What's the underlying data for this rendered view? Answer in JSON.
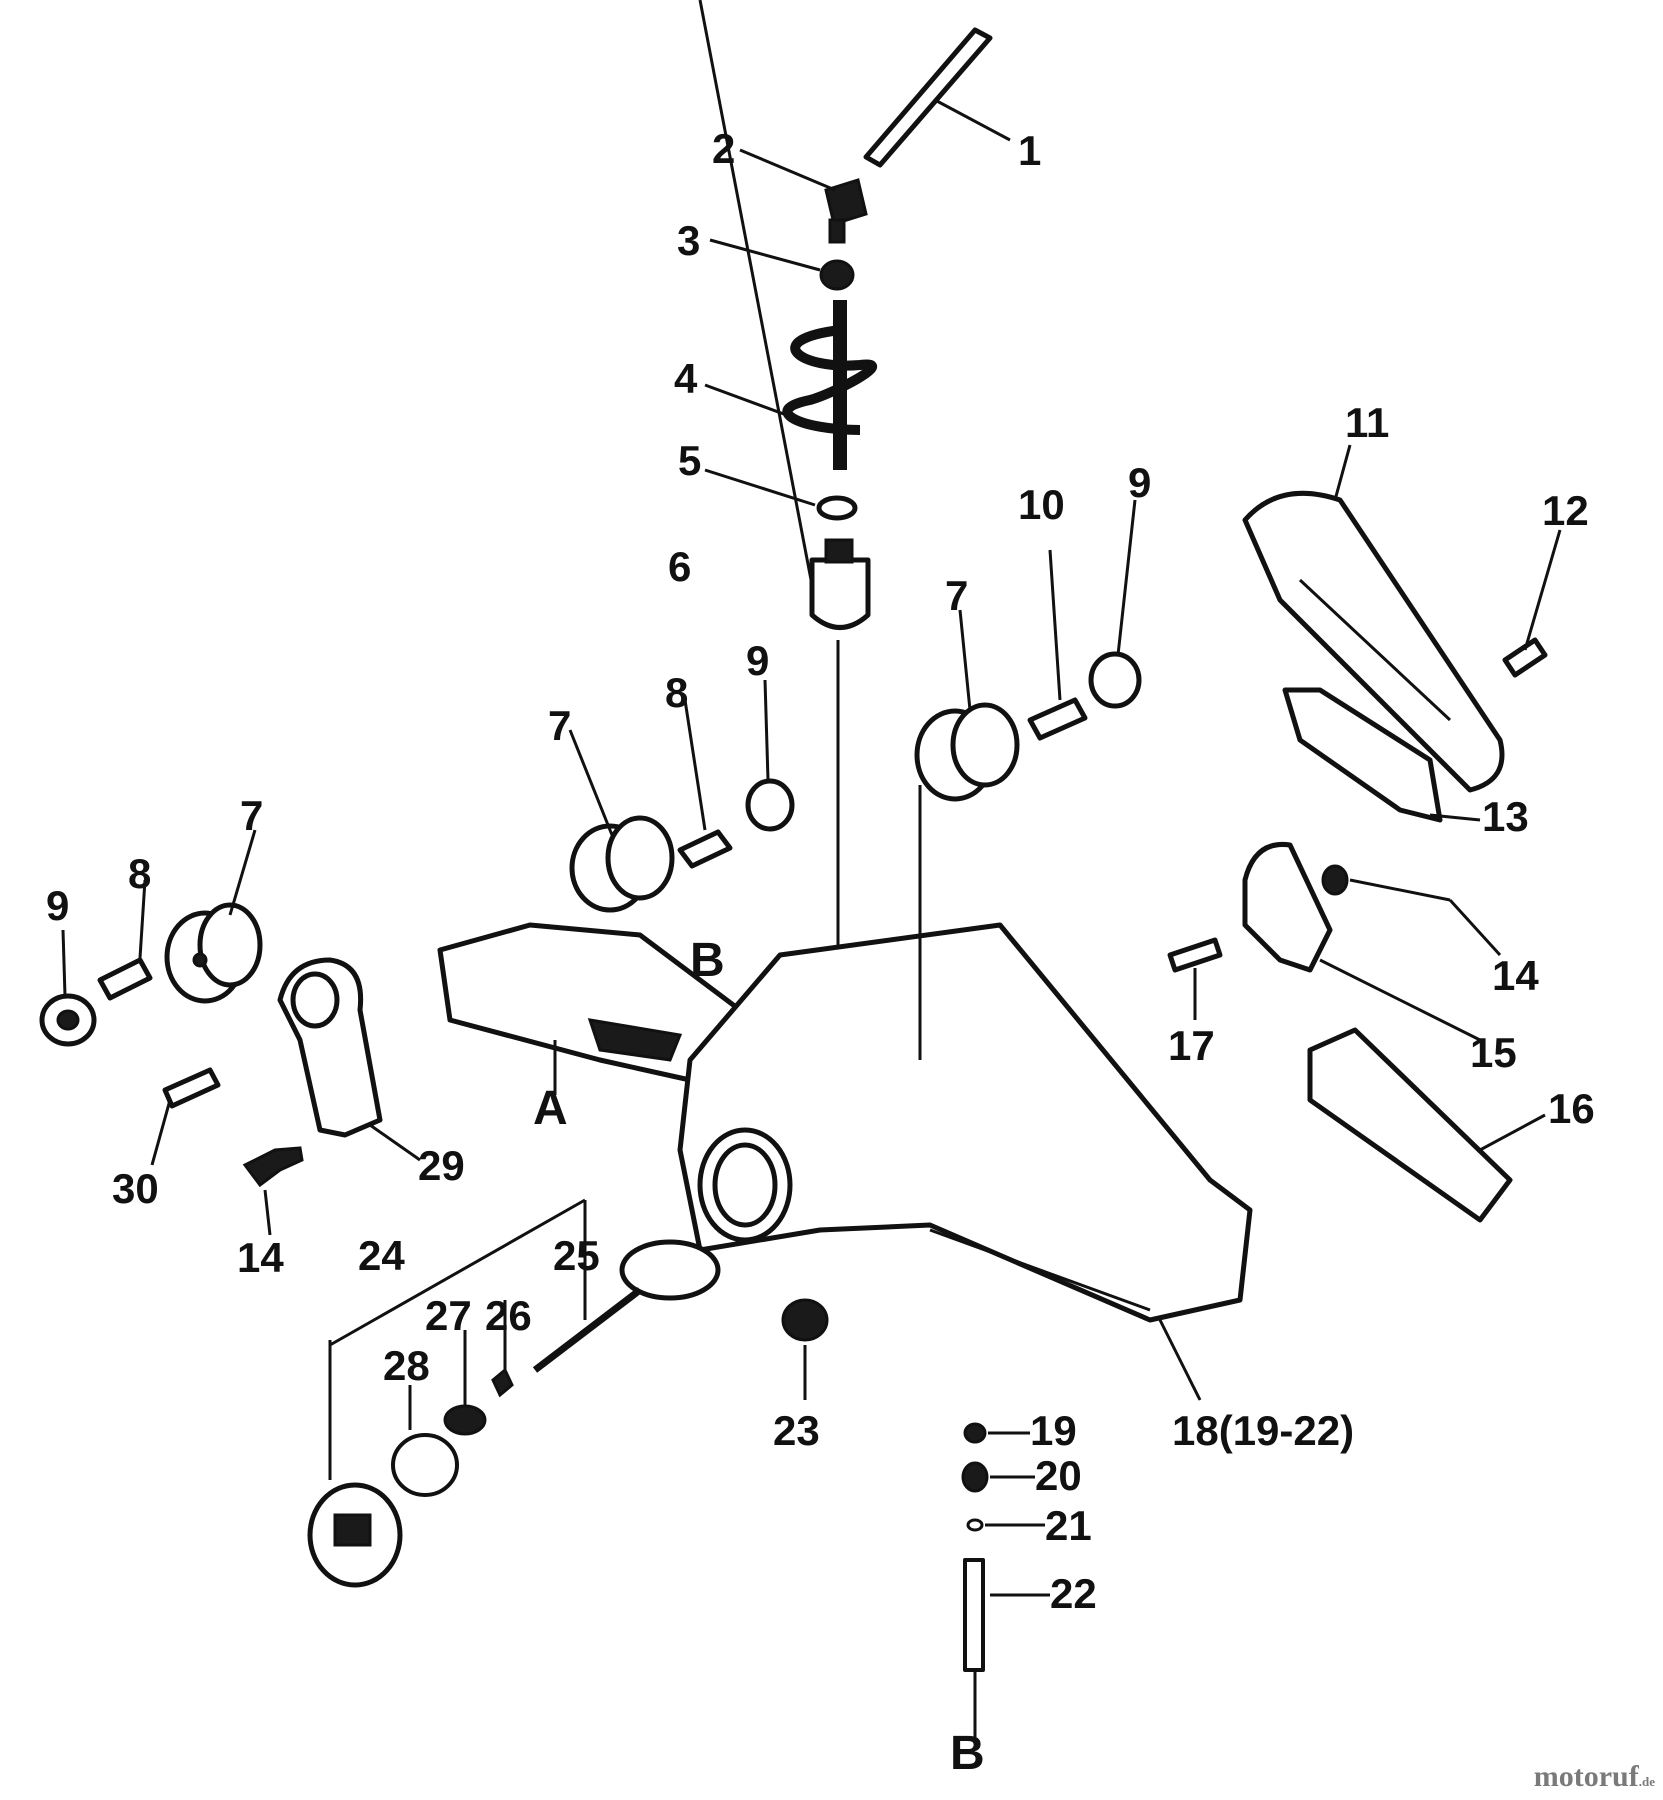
{
  "callouts": {
    "c1": "1",
    "c2": "2",
    "c3": "3",
    "c4": "4",
    "c5": "5",
    "c6": "6",
    "c7a": "7",
    "c7b": "7",
    "c7c": "7",
    "c8a": "8",
    "c8b": "8",
    "c9a": "9",
    "c9b": "9",
    "c9c": "9",
    "c10": "10",
    "c11": "11",
    "c12": "12",
    "c13": "13",
    "c14a": "14",
    "c14b": "14",
    "c15": "15",
    "c16": "16",
    "c17": "17",
    "c18": "18(19-22)",
    "c19": "19",
    "c20": "20",
    "c21": "21",
    "c22": "22",
    "c23": "23",
    "c24": "24",
    "c25": "25",
    "c26": "26",
    "c27": "27",
    "c28": "28",
    "c29": "29",
    "c30": "30",
    "refA": "A",
    "refB_top": "B",
    "refB_bottom": "B"
  },
  "watermark": {
    "brand": "motoruf",
    "tld": ".de"
  }
}
